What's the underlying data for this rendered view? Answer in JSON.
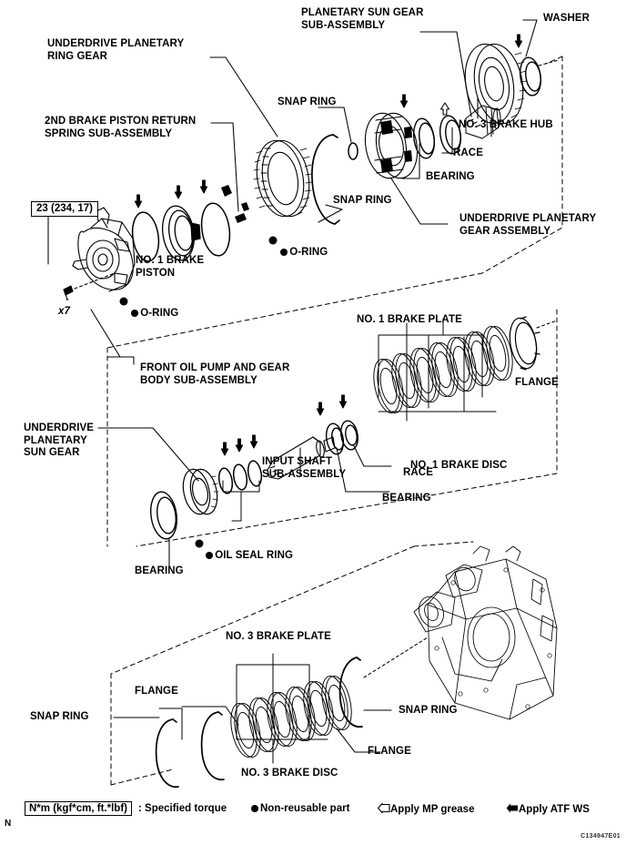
{
  "figure": {
    "code": "C134947E01",
    "corner_mark": "N",
    "torque_spec": "23 (234, 17)",
    "bolt_count": "x7"
  },
  "labels": {
    "underdrive_planetary_ring_gear": "UNDERDRIVE PLANETARY\nRING GEAR",
    "second_brake_piston_return_spring": "2ND BRAKE PISTON RETURN\nSPRING SUB-ASSEMBLY",
    "planetary_sun_gear_sub_assembly": "PLANETARY SUN GEAR\nSUB-ASSEMBLY",
    "washer": "WASHER",
    "snap_ring_top": "SNAP RING",
    "snap_ring_second": "SNAP RING",
    "no3_brake_hub": "NO. 3 BRAKE HUB",
    "race_top": "RACE",
    "bearing_top": "BEARING",
    "underdrive_planetary_gear_assembly": "UNDERDRIVE PLANETARY\nGEAR ASSEMBLY",
    "o_ring_right": "O-RING",
    "o_ring_left": "O-RING",
    "no1_brake_piston": "NO. 1 BRAKE\nPISTON",
    "front_oil_pump_and_gear_body": "FRONT OIL PUMP AND GEAR\nBODY SUB-ASSEMBLY",
    "no1_brake_plate": "NO. 1 BRAKE PLATE",
    "no1_brake_disc": "NO. 1 BRAKE DISC",
    "flange_no1": "FLANGE",
    "underdrive_planetary_sun_gear": "UNDERDRIVE\nPLANETARY\nSUN GEAR",
    "input_shaft_sub_assembly": "INPUT SHAFT\nSUB-ASSEMBLY",
    "oil_seal_ring": "OIL SEAL RING",
    "bearing_mid": "BEARING",
    "race_mid": "RACE",
    "bearing_mid_right": "BEARING",
    "no3_brake_plate": "NO. 3 BRAKE PLATE",
    "no3_brake_disc": "NO. 3 BRAKE DISC",
    "flange_bottom_left": "FLANGE",
    "flange_bottom_right": "FLANGE",
    "snap_ring_bottom_left": "SNAP RING",
    "snap_ring_bottom_right": "SNAP RING"
  },
  "legend": {
    "torque_key": "N*m (kgf*cm, ft.*lbf)",
    "torque_meaning": ": Specified torque",
    "non_reusable": "Non-reusable part",
    "mp_grease": "Apply MP grease",
    "atf_ws": "Apply ATF WS"
  }
}
